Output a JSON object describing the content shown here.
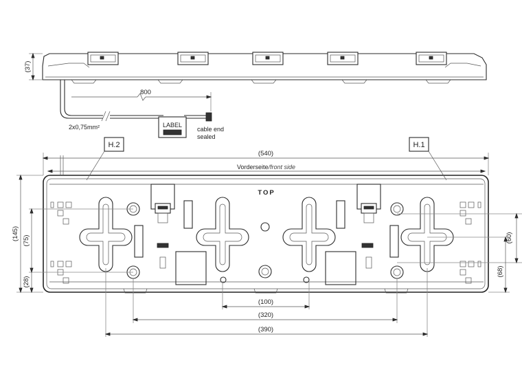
{
  "dimensions": {
    "side_height": "(37)",
    "cable_length": "800",
    "overall_width": "(540)",
    "overall_height": "(145)",
    "inner_height": "(75)",
    "bottom_offset": "(28)",
    "right_inner": "(60)",
    "right_outer": "(68)",
    "pitch_100": "(100)",
    "pitch_320": "(320)",
    "pitch_390": "(390)"
  },
  "labels": {
    "cable_spec": "2x0,75mm²",
    "label_box": "LABEL",
    "cable_end_line1": "cable end",
    "cable_end_line2": "sealed",
    "hole_h2": "H.2",
    "hole_h1": "H.1",
    "front_side_de": "Vorderseite",
    "front_side_en": "/front side",
    "top_marker": "TOP"
  }
}
